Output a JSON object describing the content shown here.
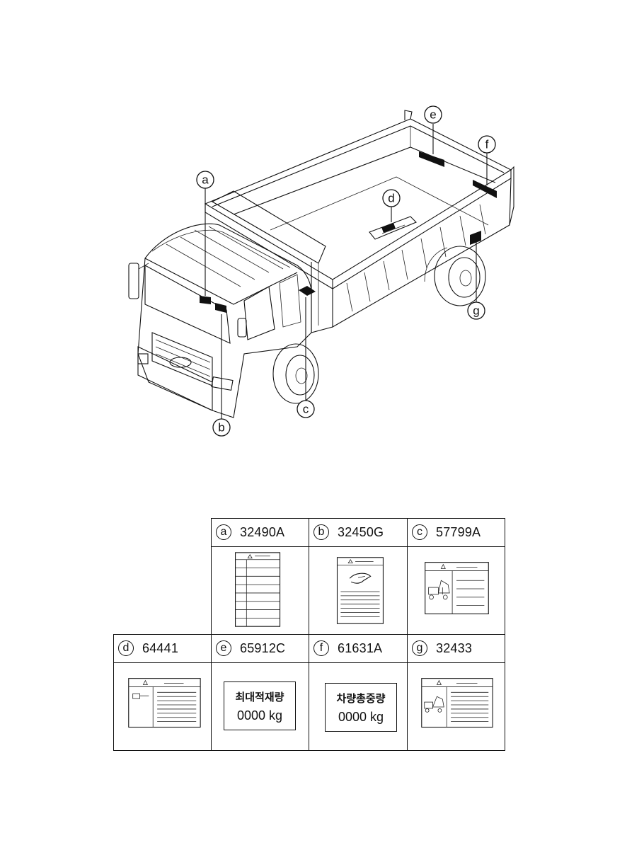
{
  "callouts": [
    {
      "letter": "a"
    },
    {
      "letter": "b"
    },
    {
      "letter": "c"
    },
    {
      "letter": "d"
    },
    {
      "letter": "e"
    },
    {
      "letter": "f"
    },
    {
      "letter": "g"
    }
  ],
  "parts": [
    {
      "letter": "a",
      "part_no": "32490A"
    },
    {
      "letter": "b",
      "part_no": "32450G"
    },
    {
      "letter": "c",
      "part_no": "57799A"
    },
    {
      "letter": "d",
      "part_no": "64441"
    },
    {
      "letter": "e",
      "part_no": "65912C",
      "label_title": "최대적재량",
      "label_value": "0000 kg"
    },
    {
      "letter": "f",
      "part_no": "61631A",
      "label_title": "차량총중량",
      "label_value": "0000 kg"
    },
    {
      "letter": "g",
      "part_no": "32433"
    }
  ]
}
